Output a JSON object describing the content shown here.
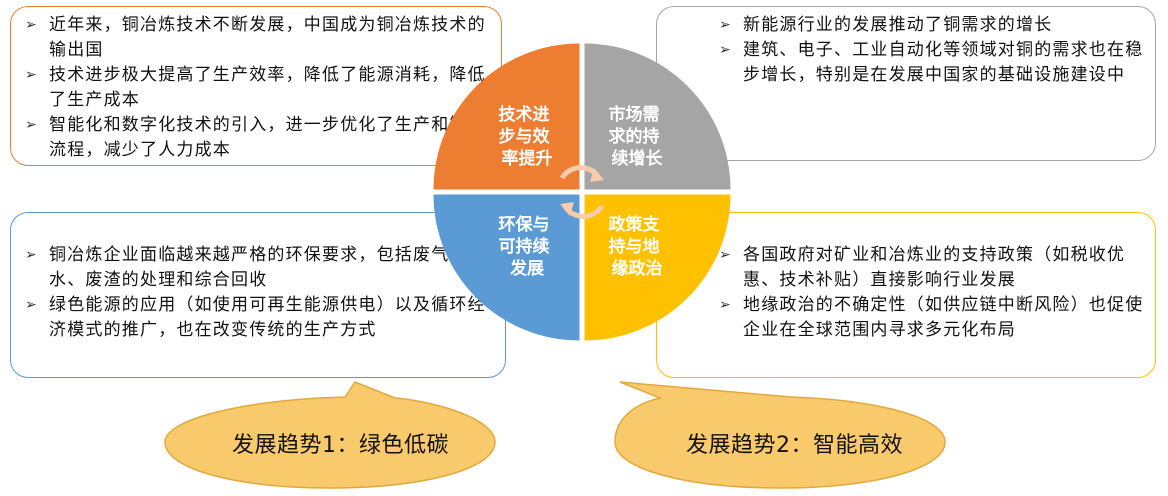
{
  "quadrants": {
    "tl": {
      "lines": [
        "技术进",
        "步与效",
        "率提升"
      ],
      "color": "#ED7D31"
    },
    "tr": {
      "lines": [
        "市场需",
        "求的持",
        "续增长"
      ],
      "color": "#A5A5A5"
    },
    "bl": {
      "lines": [
        "环保与",
        "可持续",
        "发展"
      ],
      "color": "#5B9BD5"
    },
    "br": {
      "lines": [
        "政策支",
        "持与地",
        "缘政治"
      ],
      "color": "#FFC000"
    }
  },
  "boxes": {
    "tl": {
      "border_color": "#ED7D31",
      "items": [
        "近年来，铜冶炼技术不断发展，中国成为铜冶炼技术的输出国",
        "技术进步极大提高了生产效率，降低了能源消耗，降低了生产成本",
        "智能化和数字化技术的引入，进一步优化了生产和管理流程，减少了人力成本"
      ]
    },
    "tr": {
      "border_color": "#A6A6A6",
      "items": [
        "新能源行业的发展推动了铜需求的增长",
        "建筑、电子、工业自动化等领域对铜的需求也在稳步增长，特别是在发展中国家的基础设施建设中"
      ]
    },
    "bl": {
      "border_color": "#5B9BD5",
      "items": [
        "铜冶炼企业面临越来越严格的环保要求，包括废气、废水、废渣的处理和综合回收",
        "绿色能源的应用（如使用可再生能源供电）以及循环经济模式的推广，也在改变传统的生产方式"
      ]
    },
    "br": {
      "border_color": "#FFC000",
      "items": [
        "各国政府对矿业和冶炼业的支持政策（如税收优惠、技术补贴）直接影响行业发展",
        "地缘政治的不确定性（如供应链中断风险）也促使企业在全球范围内寻求多元化布局"
      ]
    }
  },
  "trends": {
    "left": "发展趋势1：绿色低碳",
    "right": "发展趋势2：智能高效",
    "fill": "#F9CA6B",
    "stroke": "#E3A83B"
  },
  "bullet_symbol": "➢"
}
